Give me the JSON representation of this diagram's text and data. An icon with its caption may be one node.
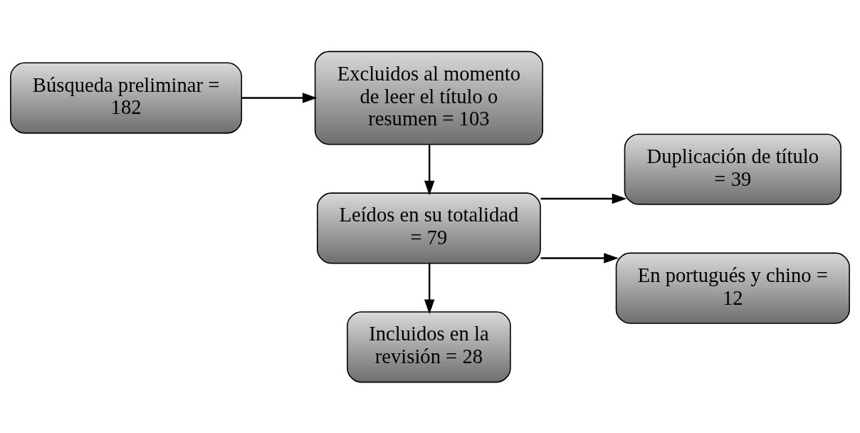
{
  "diagram": {
    "nodes": [
      {
        "text": [
          "Búsqueda preliminar = 182"
        ]
      },
      {
        "text": [
          "Excluidos al momento de leer el título o resumen = 103"
        ]
      },
      {
        "text": [
          "Leídos en su totalidad = 79"
        ]
      },
      {
        "text": [
          "Incluidos en la revisión = 28"
        ]
      },
      {
        "text": [
          "Duplicación de título = 39"
        ]
      },
      {
        "text": [
          "En portugués y chino = 12"
        ]
      }
    ],
    "edges": [
      {
        "from": 0,
        "to": 1,
        "arrow": "to"
      },
      {
        "from": 1,
        "to": 2,
        "arrow": "to"
      },
      {
        "from": 2,
        "to": 3,
        "arrow": "to"
      },
      {
        "from": 2,
        "to": 4,
        "arrow": "to"
      },
      {
        "from": 2,
        "to": 5,
        "arrow": "to"
      }
    ]
  }
}
